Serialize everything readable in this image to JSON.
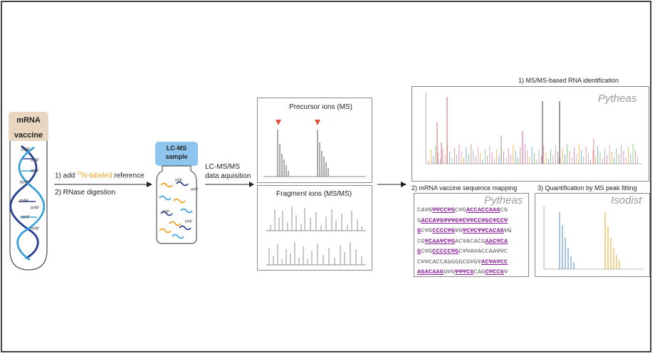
{
  "tube": {
    "title_line1": "mRNA",
    "title_line2": "vaccine",
    "mod_label": "mΨ"
  },
  "step1": {
    "prefix": "1) add ",
    "isotope": "15",
    "labeled": "N-labeled",
    "suffix": " reference",
    "line2": "2) RNase digestion"
  },
  "vial": {
    "label_line1": "LC-MS",
    "label_line2": "sample"
  },
  "step2": {
    "line1": "LC-MS/MS",
    "line2": "data aquisition"
  },
  "precursor_panel": {
    "title": "Precursor ions (MS)"
  },
  "fragment_panel": {
    "title": "Fragment ions (MS/MS)"
  },
  "panel_identification": {
    "title": "1) MS/MS-based RNA identification",
    "tool": "Pytheas"
  },
  "panel_mapping": {
    "title": "2) mRNA vaccine sequence mapping",
    "tool": "Pytheas",
    "lines": [
      "CAΨG<b>ΨΨCCΨG</b>CΨG<b>ACCACCAAG</b>CG",
      "G<b>ACCAΨGΨΨΨGΨCΨΨCCΨGCΨCCΨ</b>",
      "<b>G</b>CΨG<b>CCCCΨG</b>ΨG<b>ΨCΨCΨΨCACAG</b>ΨG",
      "CG<b>ΨCAAΨCΨG</b>ACΨACACG<b>AACΨCA</b>",
      "<b>G</b>CΨG<b>CCCCCΨG</b>CΨΨAΨACCAAΨΨC",
      "CΨΨCACCAGGGGCGΨGΨ<b>ACΨAΨCC</b>",
      "<b>AGACAAG</b>GΨG<b>ΨΨΨCG</b>CAG<b>CΨCCG</b>Ψ"
    ]
  },
  "panel_quant": {
    "title": "3) Quantification by MS peak fitting",
    "tool": "Isodist"
  },
  "colors": {
    "accent_orange": "#f0a020",
    "accent_purple": "#8a1f9a",
    "vial_blue": "#8ec5ee",
    "helix_dark": "#2a3f8f",
    "helix_light": "#3aa0d8"
  }
}
